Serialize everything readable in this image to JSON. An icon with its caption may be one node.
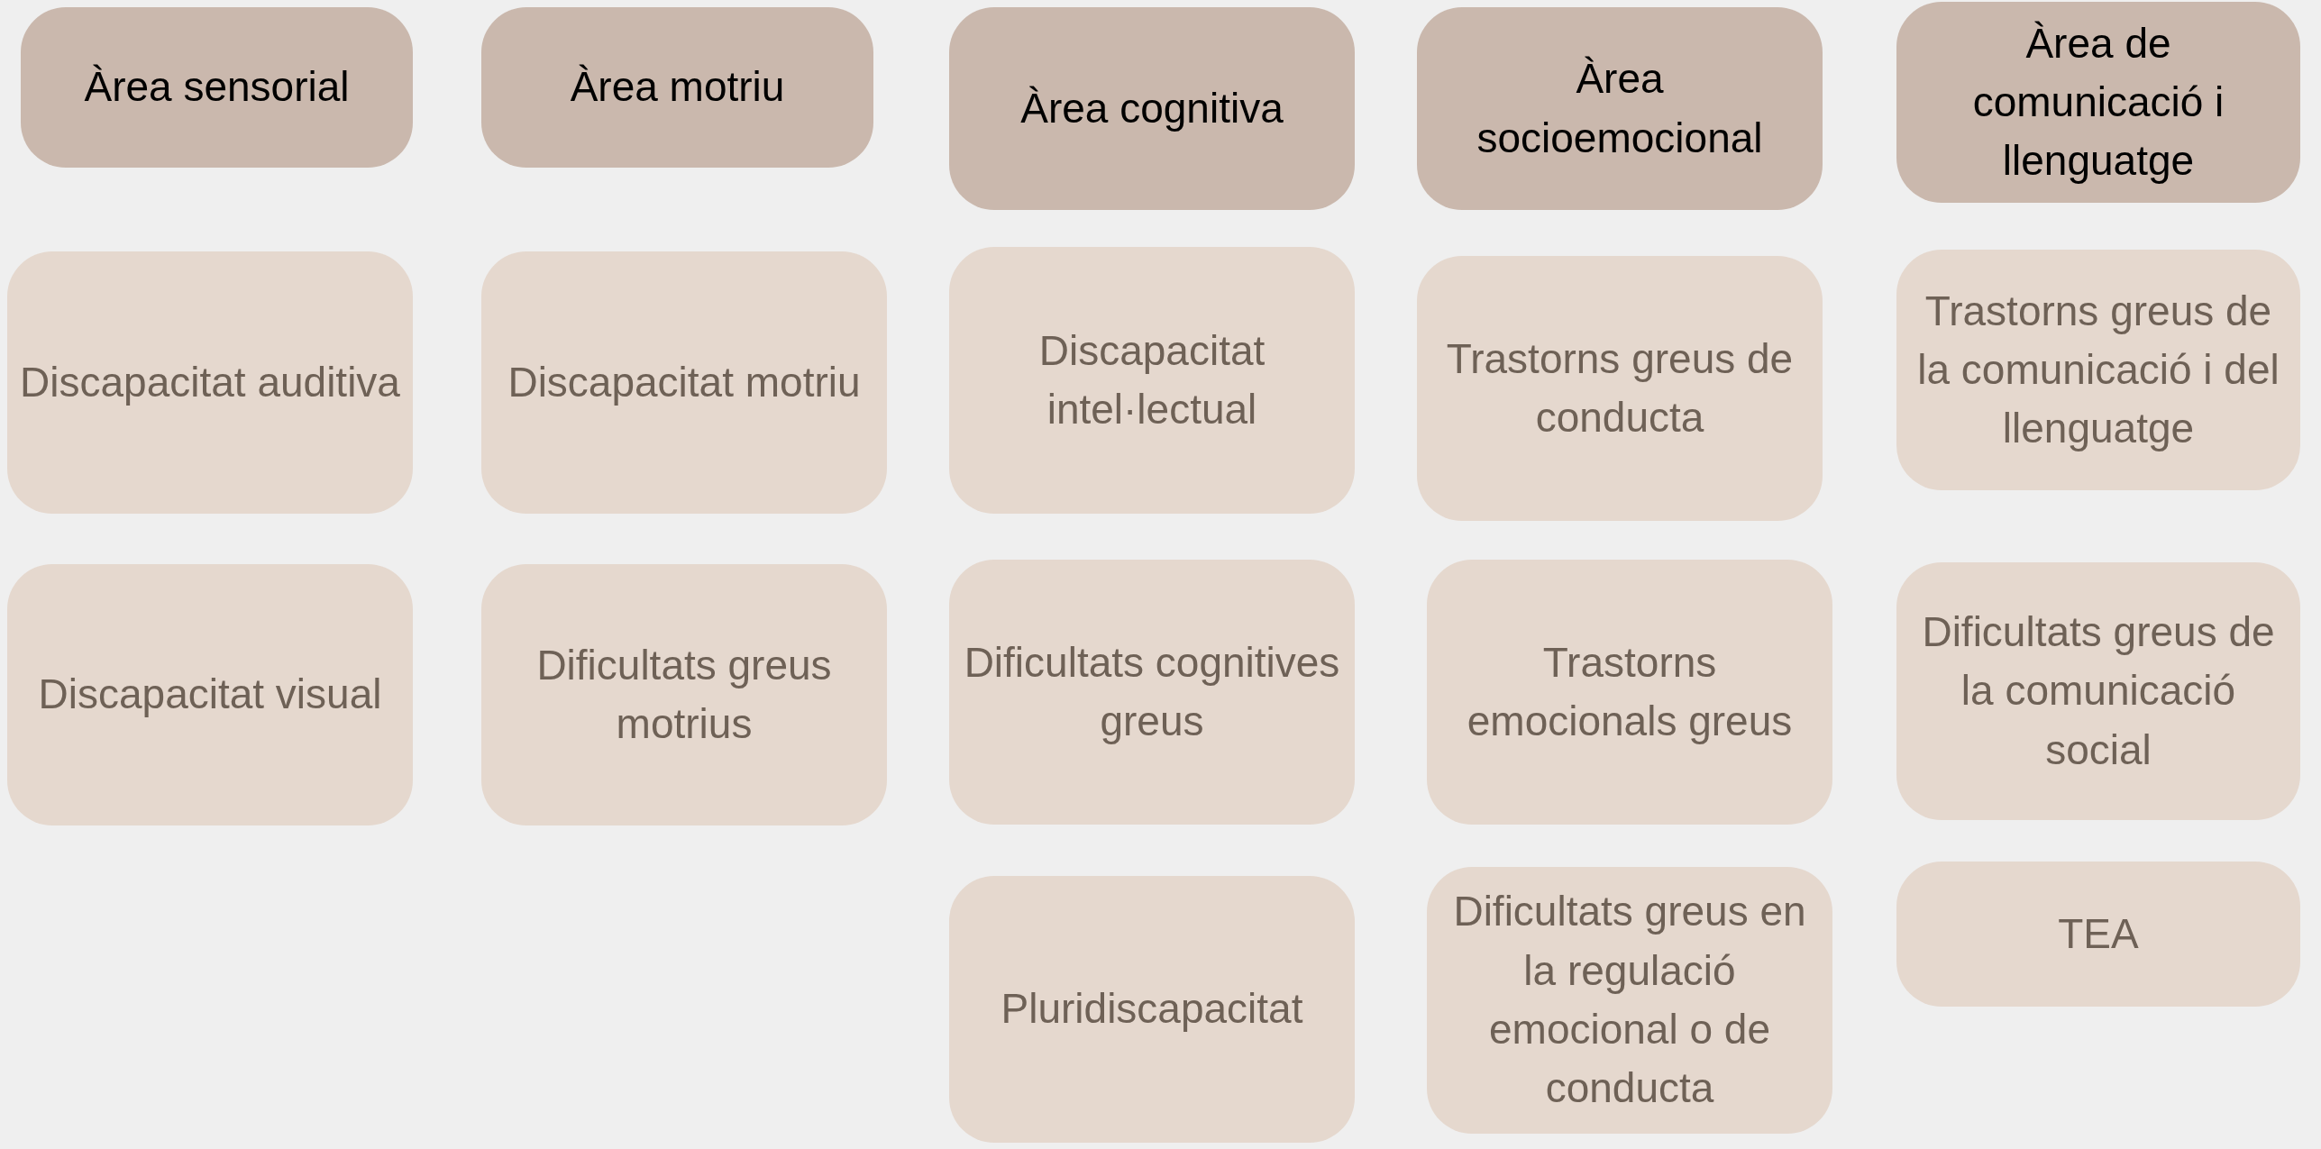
{
  "diagram": {
    "nodes": [
      {
        "text": [
          "Àrea sensorial"
        ]
      },
      {
        "text": [
          "Àrea motriu"
        ]
      },
      {
        "text": [
          "Àrea cognitiva"
        ]
      },
      {
        "text": [
          "Àrea socioemocional"
        ]
      },
      {
        "text": [
          "Àrea de comunicació i llenguatge"
        ]
      },
      {
        "text": [
          "Discapacitat auditiva"
        ]
      },
      {
        "text": [
          "Discapacitat motriu"
        ]
      },
      {
        "text": [
          "Discapacitat intel·lectual"
        ]
      },
      {
        "text": [
          "Trastorns greus de conducta"
        ]
      },
      {
        "text": [
          "Trastorns greus de la comunicació i del llenguatge"
        ]
      },
      {
        "text": [
          "Discapacitat visual"
        ]
      },
      {
        "text": [
          "Dificultats greus motrius"
        ]
      },
      {
        "text": [
          "Dificultats cognitives greus"
        ]
      },
      {
        "text": [
          "Trastorns emocionals greus"
        ]
      },
      {
        "text": [
          "Dificultats greus de la comunicació social"
        ]
      },
      {
        "text": [
          "Pluridiscapacitat"
        ]
      },
      {
        "text": [
          "Dificultats greus en la regulació emocional o de conducta"
        ]
      },
      {
        "text": [
          "TEA"
        ]
      }
    ]
  }
}
